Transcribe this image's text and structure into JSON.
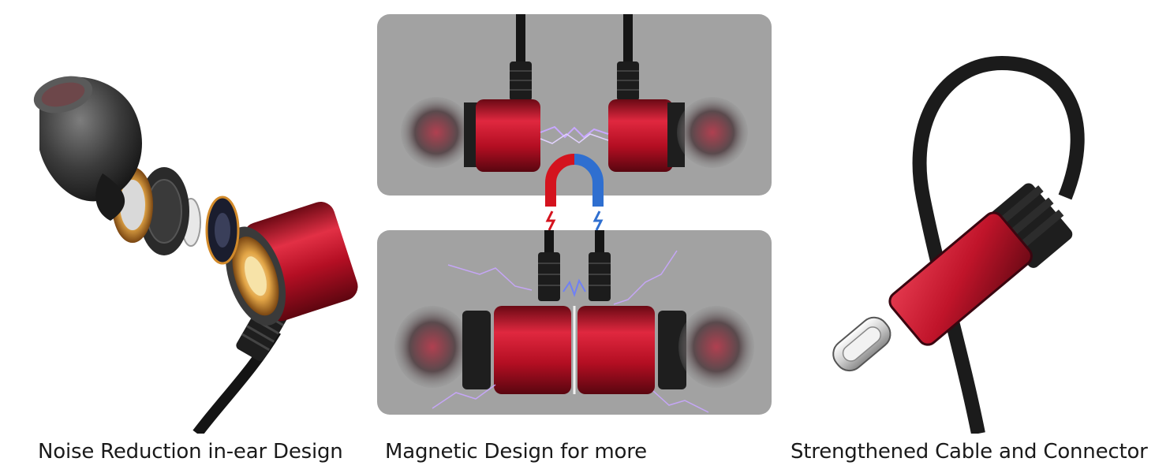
{
  "features": [
    {
      "caption": "Noise Reduction in-ear Design",
      "icon": "exploded-earbud"
    },
    {
      "caption": "Magnetic Design for more",
      "icon": "magnetic-earbuds"
    },
    {
      "caption": "Strengthened Cable and Connector",
      "icon": "usb-c-connector"
    }
  ],
  "colors": {
    "housing_red": "#c8142b",
    "panel_gray": "#a3a3a3",
    "magnet_red": "#d4131e",
    "magnet_blue": "#2f6fd0",
    "cable_black": "#1b1b1b",
    "copper": "#d28a2a",
    "spark_purple": "#b48cff"
  }
}
